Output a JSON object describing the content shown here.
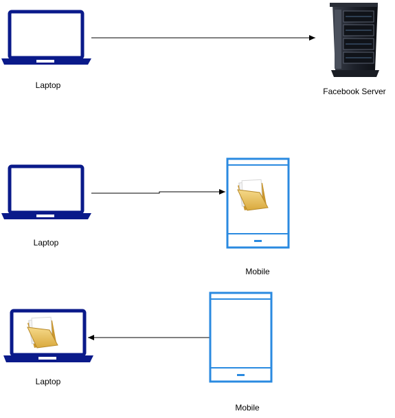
{
  "colors": {
    "laptop": "#0a1a8a",
    "mobile_frame": "#2a8ae0",
    "arrow": "#000000",
    "folder": "#e9c46a"
  },
  "icons": {
    "laptop": "laptop-icon",
    "server": "server-rack-icon",
    "mobile": "mobile-phone-icon",
    "folder": "folder-icon"
  },
  "row1": {
    "laptop_label": "Laptop",
    "server_label": "Facebook Server"
  },
  "row2": {
    "laptop_label": "Laptop",
    "mobile_label": "Mobile"
  },
  "row3": {
    "laptop_label": "Laptop",
    "mobile_label": "Mobile"
  }
}
